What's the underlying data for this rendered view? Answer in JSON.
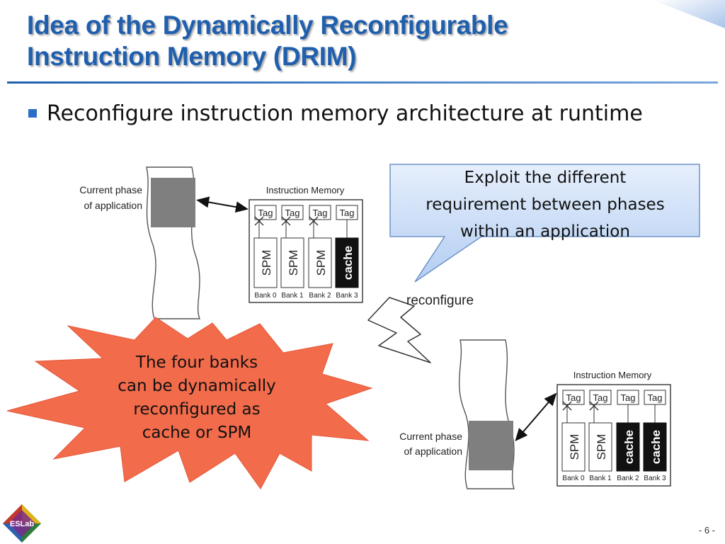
{
  "slide": {
    "title_line1": "Idea of the Dynamically Reconfigurable",
    "title_line2": "Instruction Memory (DRIM)",
    "bullet": "Reconfigure instruction memory architecture at runtime",
    "page_number": "- 6 -",
    "logo_text": "ESLab"
  },
  "callout": {
    "line1": "Exploit the different",
    "line2": "requirement between phases",
    "line3": "within an application"
  },
  "starburst": {
    "line1": "The four banks",
    "line2": "can be dynamically",
    "line3": "reconfigured as",
    "line4": "cache or SPM"
  },
  "diagram": {
    "reconfigure_label": "reconfigure",
    "top": {
      "phase_line1": "Current phase",
      "phase_line2": "of application",
      "memory_title": "Instruction Memory",
      "banks": [
        {
          "tag": "Tag",
          "type": "SPM",
          "label": "Bank 0"
        },
        {
          "tag": "Tag",
          "type": "SPM",
          "label": "Bank 1"
        },
        {
          "tag": "Tag",
          "type": "SPM",
          "label": "Bank 2"
        },
        {
          "tag": "Tag",
          "type": "cache",
          "label": "Bank 3"
        }
      ]
    },
    "bottom": {
      "phase_line1": "Current phase",
      "phase_line2": "of application",
      "memory_title": "Instruction Memory",
      "banks": [
        {
          "tag": "Tag",
          "type": "SPM",
          "label": "Bank 0"
        },
        {
          "tag": "Tag",
          "type": "SPM",
          "label": "Bank 1"
        },
        {
          "tag": "Tag",
          "type": "cache",
          "label": "Bank 2"
        },
        {
          "tag": "Tag",
          "type": "cache",
          "label": "Bank 3"
        }
      ]
    }
  },
  "colors": {
    "title": "#1f5fae",
    "starburst_fill": "#f26b4b",
    "callout_fill": "#c9dcf7",
    "phase_block": "#7f7f7f"
  }
}
